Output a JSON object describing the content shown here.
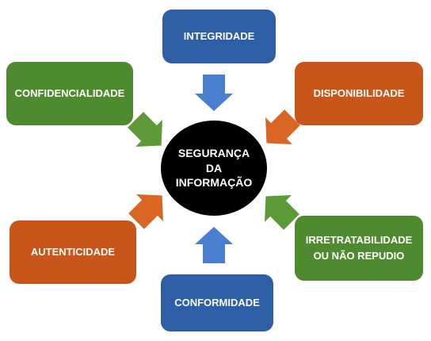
{
  "colors": {
    "blue": "#2e5fa6",
    "green": "#4e8a2f",
    "orange": "#c8561a",
    "arrow_blue": "#4a7fd0",
    "arrow_green": "#5b9a36",
    "arrow_orange": "#d96622",
    "center": "#000000"
  },
  "center": {
    "label": "SEGURANÇA\nDA\nINFORMAÇÃO"
  },
  "nodes": {
    "integridade": {
      "label": "INTEGRIDADE"
    },
    "disponibilidade": {
      "label": "DISPONIBILIDADE"
    },
    "confidencialidade": {
      "label": "CONFIDENCIALIDADE"
    },
    "irretratabilidade": {
      "label": "IRRETRATABILIDADE\nOU NÃO REPUDIO"
    },
    "autenticidade": {
      "label": "AUTENTICIDADE"
    },
    "conformidade": {
      "label": "CONFORMIDADE"
    }
  }
}
